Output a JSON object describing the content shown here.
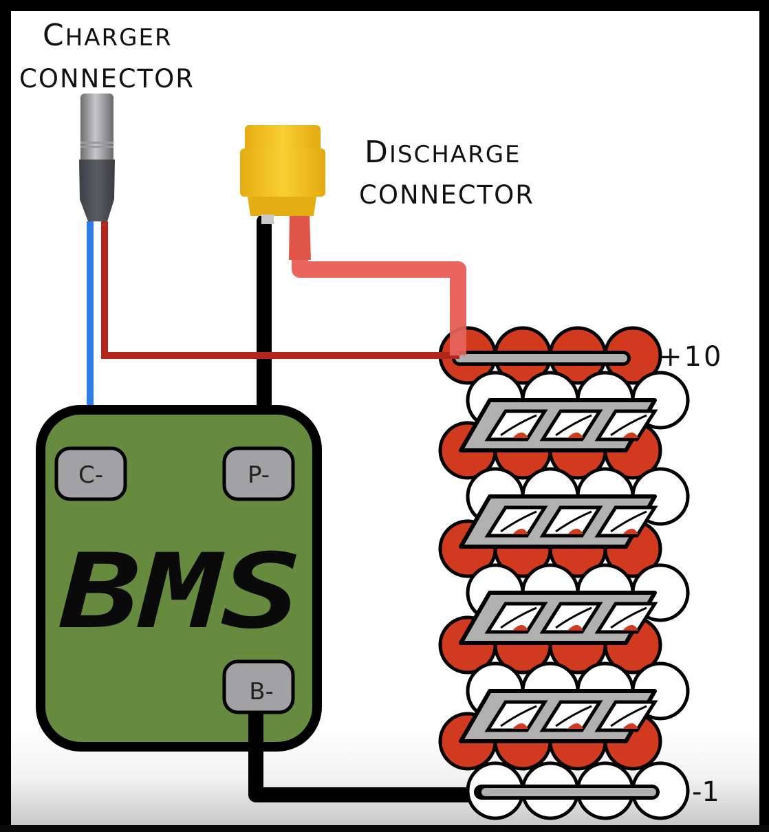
{
  "diagram": {
    "title": "BMS wiring diagram",
    "labels": {
      "charger_line1_cap": "C",
      "charger_line1_rest": "HARGER",
      "charger_line2": "CONNECTOR",
      "discharge_line1_cap": "D",
      "discharge_line1_rest": "ISCHARGE",
      "discharge_line2": "CONNECTOR",
      "pack_positive": "+10",
      "pack_negative": "-1"
    },
    "bms": {
      "name": "BMS",
      "terminals": [
        {
          "id": "C-",
          "label": "C-",
          "wire": "blue"
        },
        {
          "id": "P-",
          "label": "P-",
          "wire": "black"
        },
        {
          "id": "B-",
          "label": "B-",
          "wire": "black"
        }
      ]
    },
    "battery_pack": {
      "series_groups": 10,
      "cells_per_group": 4,
      "positive_terminal": "+10",
      "negative_terminal": "-1"
    },
    "connections": [
      {
        "from": "Charger connector (blue)",
        "to": "BMS C-"
      },
      {
        "from": "Charger connector (red)",
        "to": "Pack +10"
      },
      {
        "from": "Discharge connector (black)",
        "to": "BMS P-"
      },
      {
        "from": "Discharge connector (red)",
        "to": "Pack +10"
      },
      {
        "from": "BMS B-",
        "to": "Pack -1"
      }
    ],
    "colors": {
      "bms_fill": "#668a3e",
      "cell_positive": "#d23a20",
      "cell_negative": "#ffffff",
      "nickel_strip": "#b0b0b0",
      "wire_blue": "#2f7de6",
      "wire_red_dark": "#b4251c",
      "wire_red_light": "#e8665e",
      "wire_black": "#000000",
      "xt_connector": "#f2c21e",
      "charger_plug": "#8a8a8e"
    }
  }
}
